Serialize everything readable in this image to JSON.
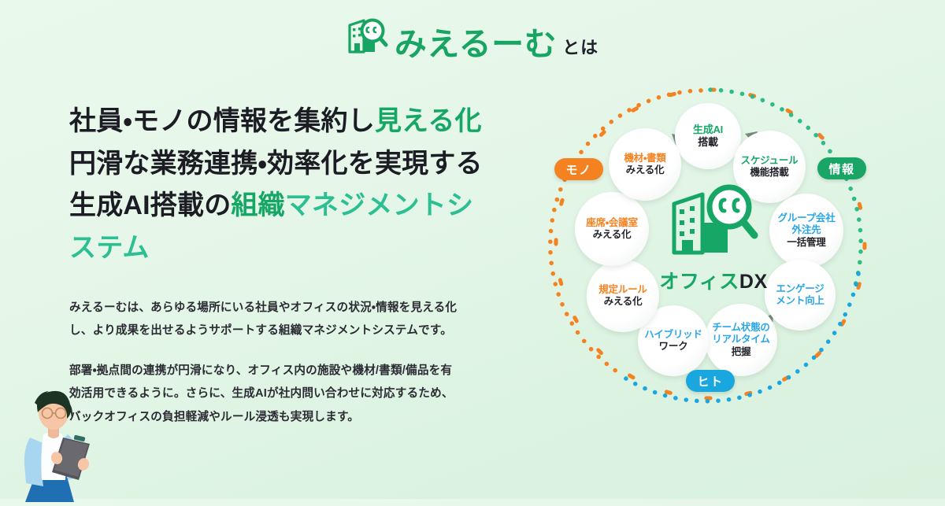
{
  "header": {
    "logo_icon": "building-magnifier-logo",
    "logo_text": "みえるーむ",
    "logo_suffix": "とは"
  },
  "main": {
    "headline_lines": [
      [
        {
          "text": "社員・モノの情報を集約し",
          "style": "dark"
        },
        {
          "text": "見える化",
          "style": "green"
        }
      ],
      [
        {
          "text": "円滑な業務連携・効率化を実現する",
          "style": "dark"
        }
      ],
      [
        {
          "text": "生成AI搭載の",
          "style": "dark"
        },
        {
          "text": "組織",
          "style": "green"
        },
        {
          "text": "マネジメントシステム",
          "style": "teal"
        }
      ]
    ],
    "paragraphs": [
      "みえるーむは、あらゆる場所にいる社員やオフィスの状況・情報を見える化し、より成果を出せるようサポートする組織マネジメントシステムです。",
      "部署・拠点間の連携が円滑になり、オフィス内の施設や機材/書類/備品を有効活用できるように。さらに、生成AIが社内問い合わせに対応するため、バックオフィスの負担軽減やルール浸透も実現します。"
    ],
    "illustration": "woman-with-clipboard-illustration"
  },
  "colors": {
    "green": "#16a766",
    "blue": "#2aa6e8",
    "orange": "#f58220",
    "teal": "#2bbf92",
    "dark": "#23232c",
    "background_top": "#e9f9ec",
    "background_bottom": "#d9f1de"
  },
  "diagram": {
    "center": {
      "icon": "office-dx-building-magnifier-icon",
      "label_jp": "オフィス",
      "label_dx": "DX"
    },
    "pills": [
      {
        "id": "mono",
        "label": "モノ",
        "color": "#f58220"
      },
      {
        "id": "joho",
        "label": "情報",
        "color": "#19a566"
      },
      {
        "id": "hito",
        "label": "ヒト",
        "color": "#1aa7e0"
      }
    ],
    "nodes": [
      {
        "id": "seisei-ai",
        "lines": [
          {
            "text": "生成AI",
            "style": "green"
          },
          {
            "text": "搭載",
            "style": "dark"
          }
        ]
      },
      {
        "id": "schedule",
        "lines": [
          {
            "text": "スケジュール",
            "style": "green"
          },
          {
            "text": "機能搭載",
            "style": "dark"
          }
        ]
      },
      {
        "id": "group-company",
        "lines": [
          {
            "text": "グループ会社",
            "style": "blue"
          },
          {
            "text": "外注先",
            "style": "blue"
          },
          {
            "text": "一括管理",
            "style": "dark"
          }
        ]
      },
      {
        "id": "engagement",
        "lines": [
          {
            "text": "エンゲージ",
            "style": "blue"
          },
          {
            "text": "メント向上",
            "style": "blue"
          }
        ]
      },
      {
        "id": "team-realtime",
        "lines": [
          {
            "text": "チーム状態の",
            "style": "blue"
          },
          {
            "text": "リアルタイム",
            "style": "blue"
          },
          {
            "text": "把握",
            "style": "dark"
          }
        ]
      },
      {
        "id": "hybrid-work",
        "lines": [
          {
            "text": "ハイブリッド",
            "style": "blue"
          },
          {
            "text": "ワーク",
            "style": "dark"
          }
        ]
      },
      {
        "id": "rules",
        "lines": [
          {
            "text": "規定ルール",
            "style": "orange"
          },
          {
            "text": "みえる化",
            "style": "dark"
          }
        ]
      },
      {
        "id": "seats-meeting",
        "lines": [
          {
            "text": "座席・会議室",
            "style": "orange"
          },
          {
            "text": "みえる化",
            "style": "dark"
          }
        ]
      },
      {
        "id": "equipment-docs",
        "lines": [
          {
            "text": "機材・書類",
            "style": "orange"
          },
          {
            "text": "みえる化",
            "style": "dark"
          }
        ]
      }
    ]
  }
}
